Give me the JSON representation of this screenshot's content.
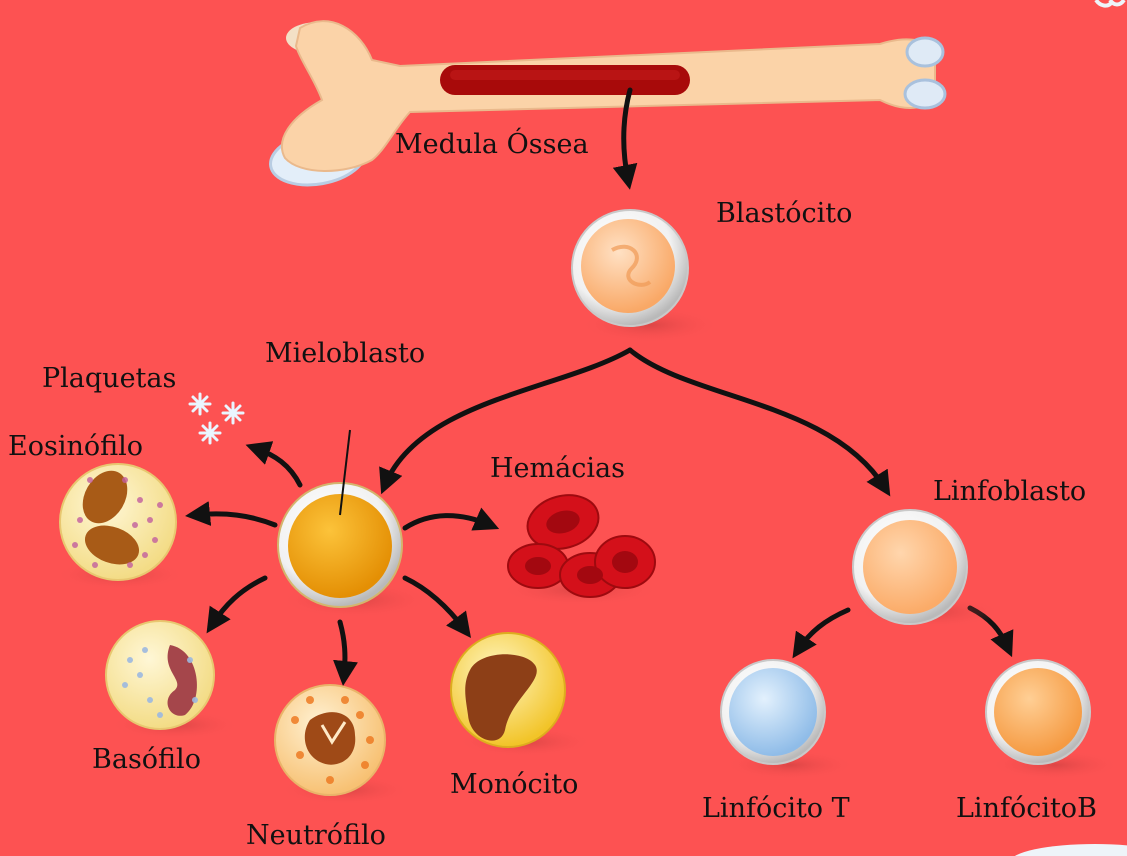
{
  "labels": {
    "bone_marrow": "Medula Óssea",
    "blastocyte": "Blastócito",
    "myeloblast": "Mieloblasto",
    "platelets": "Plaquetas",
    "eosinophil": "Eosinófilo",
    "red_cells": "Hemácias",
    "lymphoblast": "Linfoblasto",
    "basophil": "Basófilo",
    "neutrophil": "Neutrófilo",
    "monocyte": "Monócito",
    "t_lymphocyte": "Linfócito T",
    "b_lymphocyte": "LinfócitoB"
  },
  "colors": {
    "background": "#fd5252",
    "bone": "#fbd3a8",
    "marrow": "#a80a0a",
    "arrow": "#111111",
    "myeloblast": "#f2a10e",
    "red_cell": "#d4101a",
    "lymphoblast": "#fdbf85",
    "t_cell": "#b8d8f4",
    "b_cell": "#fbb163"
  }
}
